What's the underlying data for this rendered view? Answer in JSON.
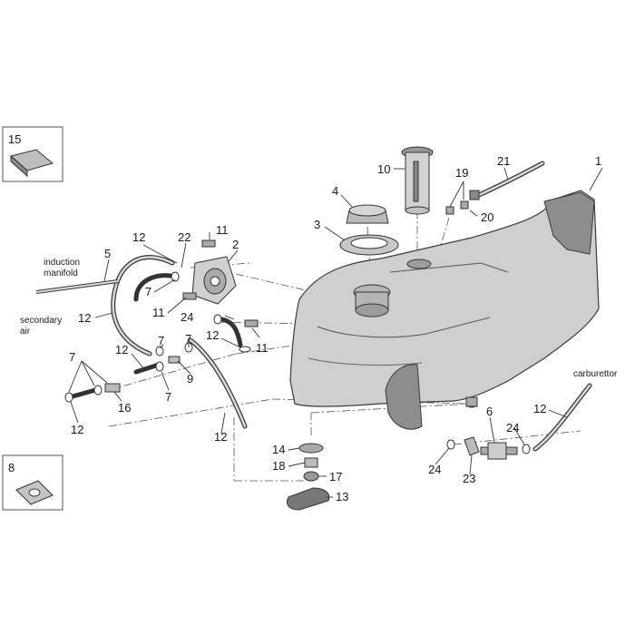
{
  "callouts": {
    "c1": "1",
    "c2": "2",
    "c3": "3",
    "c4": "4",
    "c5": "5",
    "c6": "6",
    "c7a": "7",
    "c7b": "7",
    "c7c": "7",
    "c7d": "7",
    "c7e": "7",
    "c8": "8",
    "c9": "9",
    "c10": "10",
    "c11a": "11",
    "c11b": "11",
    "c11c": "11",
    "c12a": "12",
    "c12b": "12",
    "c12c": "12",
    "c12d": "12",
    "c12e": "12",
    "c12f": "12",
    "c12g": "12",
    "c13": "13",
    "c14": "14",
    "c15": "15",
    "c16": "16",
    "c17": "17",
    "c18": "18",
    "c19": "19",
    "c20": "20",
    "c21": "21",
    "c22": "22",
    "c23": "23",
    "c24a": "24",
    "c24b": "24",
    "c24c": "24"
  },
  "labels": {
    "induction_line1": "induction",
    "induction_line2": "manifold",
    "secondary_line1": "secondary",
    "secondary_line2": "air",
    "carburettor": "carburettor"
  },
  "colors": {
    "line": "#333333",
    "part_fill": "#cfcfcf",
    "part_dark": "#8d8d8d",
    "background": "#ffffff"
  }
}
